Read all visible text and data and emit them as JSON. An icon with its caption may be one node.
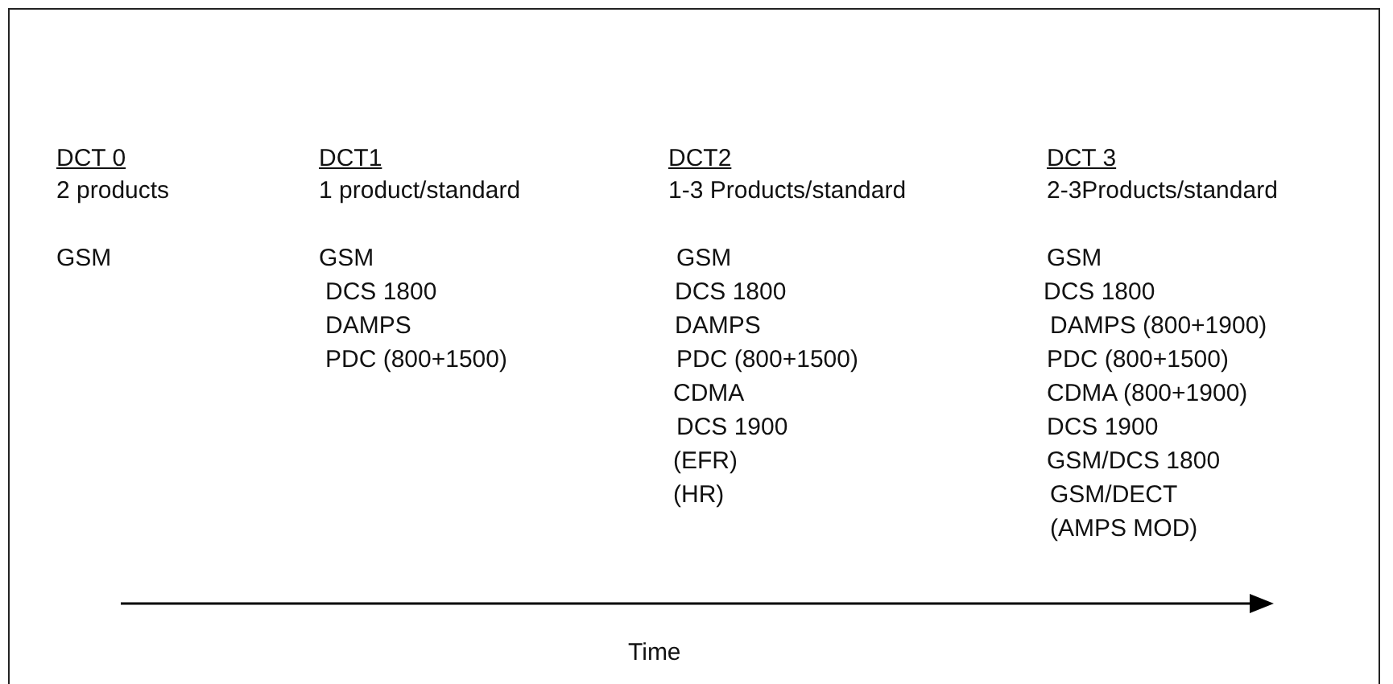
{
  "diagram": {
    "labels": [
      "DCT 0",
      "2 products",
      "GSM",
      "DCT1",
      "1 product/standard",
      "GSM",
      "DCS 1800",
      "DAMPS",
      "PDC (800+1500)",
      "DCT2",
      "1-3 Products/standard",
      "GSM",
      "DCS 1800",
      "DAMPS",
      "PDC (800+1500)",
      "CDMA",
      "DCS 1900",
      "(EFR)",
      "(HR)",
      "DCT 3",
      "2-3Products/standard",
      "GSM",
      "DCS 1800",
      "DAMPS (800+1900)",
      "PDC (800+1500)",
      "CDMA (800+1900)",
      "DCS 1900",
      "GSM/DCS 1800",
      "GSM/DECT",
      "(AMPS MOD)",
      "Time"
    ]
  }
}
